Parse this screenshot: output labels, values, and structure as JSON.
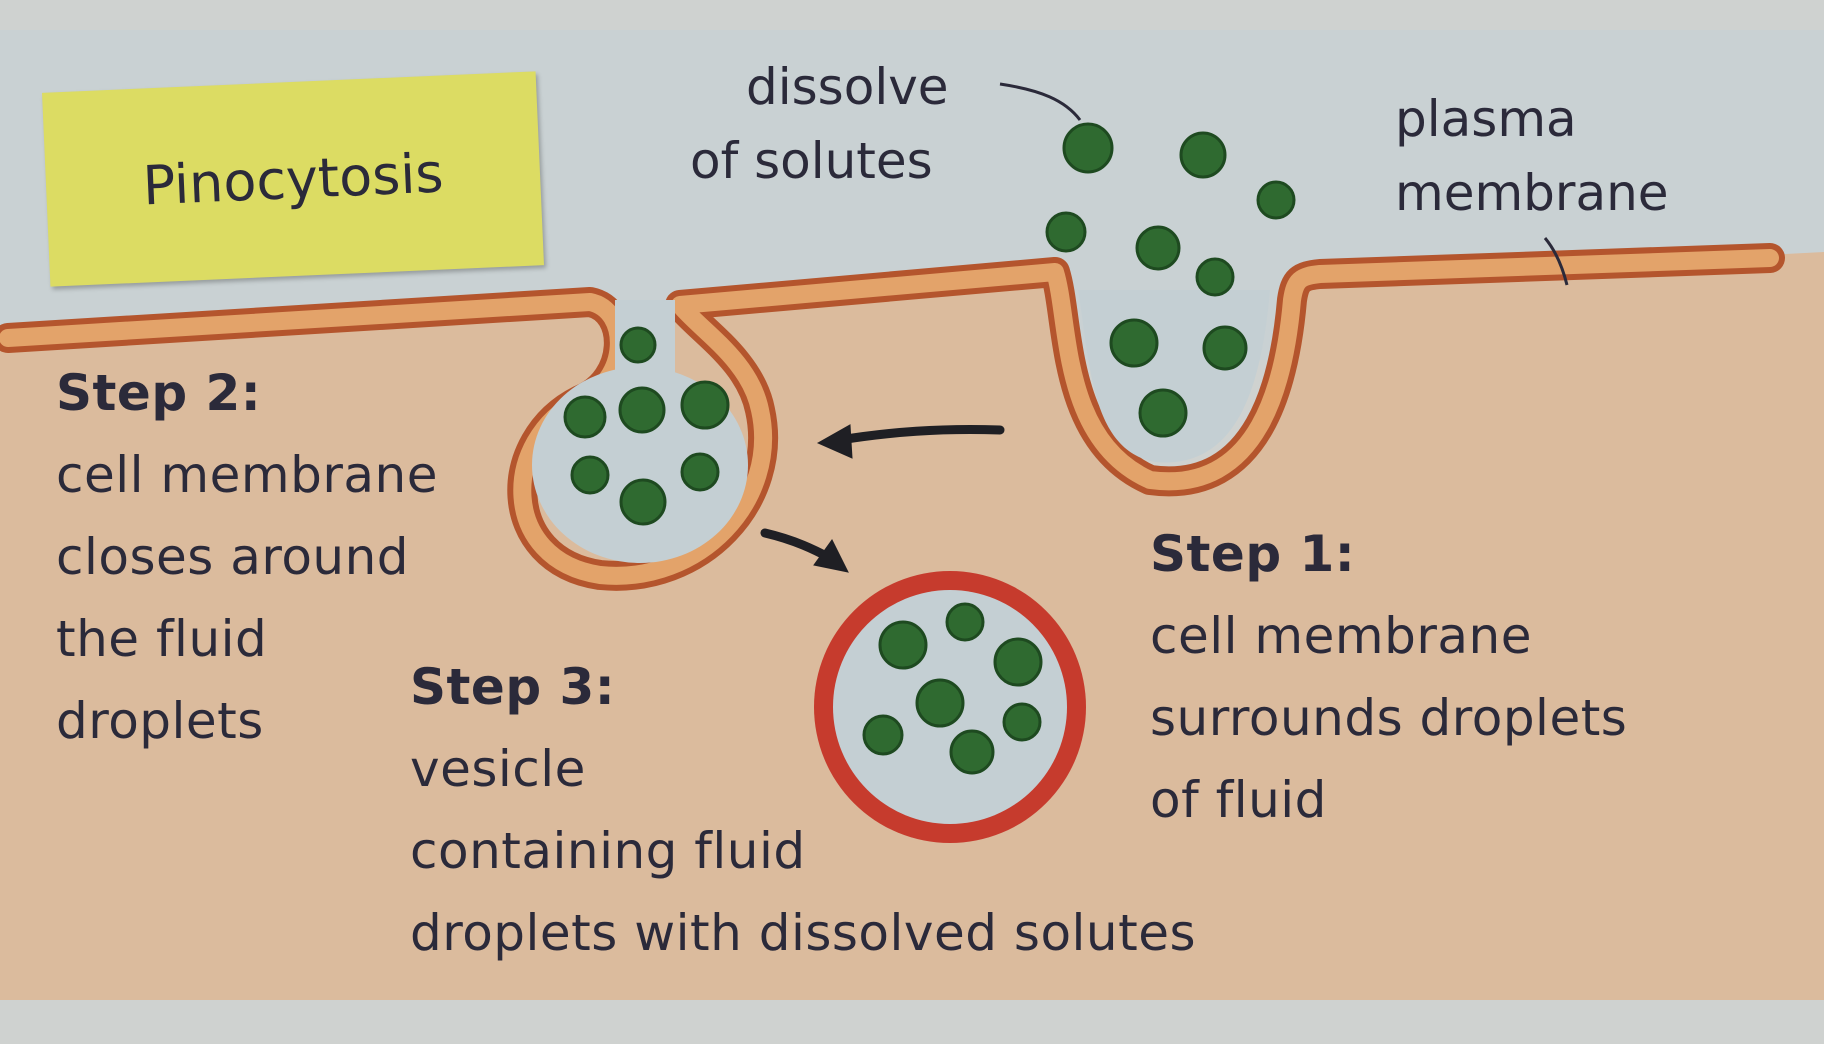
{
  "title": "Pinocytosis",
  "labels": {
    "dissolve": [
      "dissolve",
      "of solutes"
    ],
    "plasma": [
      "plasma",
      "membrane"
    ],
    "step1": {
      "heading": "Step 1:",
      "lines": [
        "cell membrane",
        "surrounds droplets",
        "of fluid"
      ]
    },
    "step2": {
      "heading": "Step 2:",
      "lines": [
        "cell membrane",
        "closes around",
        "the fluid",
        "droplets"
      ]
    },
    "step3": {
      "heading": "Step 3:",
      "lines": [
        "vesicle",
        "containing fluid",
        "droplets with dissolved solutes"
      ]
    }
  },
  "colors": {
    "cytoplasm": "#dbbb9d",
    "extracellular": "#c9d1d3",
    "membrane_fill": "#e3a36a",
    "membrane_edge": "#b4552d",
    "vesicle_ring": "#c63b2d",
    "fluid": "#c4cfd3",
    "solute": "#2f6a30",
    "sticky_note": "#dcdc63",
    "text": "#2b2a3a"
  }
}
